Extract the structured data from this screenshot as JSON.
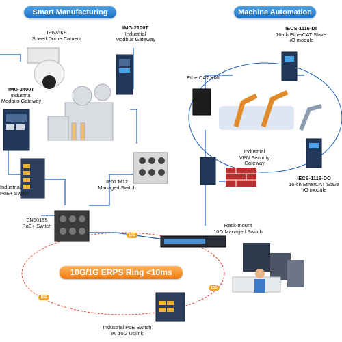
{
  "headers": {
    "smart_manufacturing": "Smart Manufacturing",
    "machine_automation": "Machine Automation"
  },
  "ring_badge": "10G/1G ERPS Ring <10ms",
  "ring_tag": "10G",
  "devices": {
    "camera": [
      "IP67/IK9",
      "Speed Dome Camera"
    ],
    "img2100t": {
      "model": "IMG-2100T",
      "desc": [
        "Industrial",
        "Modbus Gateway"
      ]
    },
    "img2400t": {
      "model": "IMG-2400T",
      "desc": [
        "Industrial",
        "Modbus Gateway"
      ]
    },
    "iecs_di": {
      "model": "IECS-1116-DI",
      "desc": [
        "16-ch EtherCAT Slave",
        "I/O module"
      ]
    },
    "iecs_do": {
      "model": "IECS-1116-DO",
      "desc": [
        "16-ch EtherCAT Slave",
        "I/O module"
      ]
    },
    "ethercat_hmi": "EtherCAT HMI",
    "poe_left": [
      "Industrial",
      "PoE+ Switch"
    ],
    "ip67": [
      "IP67 M12",
      "Managed Switch"
    ],
    "vpn": [
      "Industrial",
      "VPN Security",
      "Gateway"
    ],
    "en50155": [
      "EN50155",
      "PoE+ Switch"
    ],
    "rackmount": [
      "Rack-mount",
      "10G Managed Switch"
    ],
    "poe_uplink": [
      "Industrial PoE Switch",
      "w/ 10G Uplink"
    ]
  },
  "colors": {
    "header_blue": "#1f6fc0",
    "ring_orange": "#f07a10",
    "link_blue": "#1a5fb4",
    "ring_red": "#e8402a"
  }
}
